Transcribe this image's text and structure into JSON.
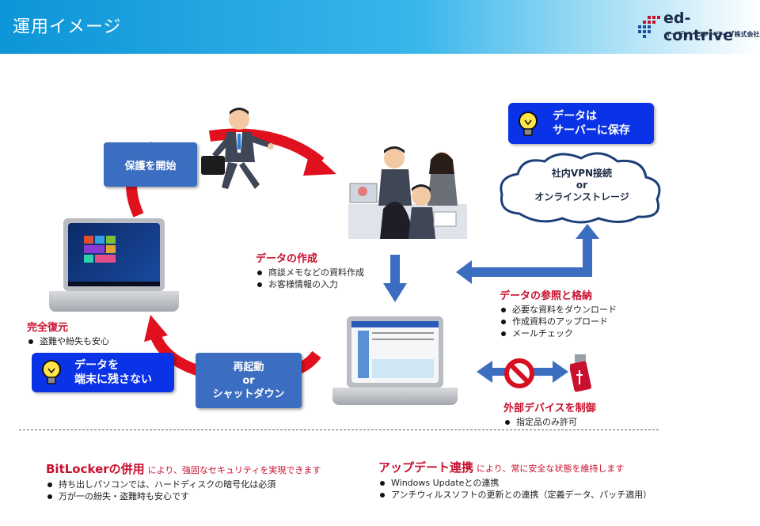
{
  "header": {
    "title": "運用イメージ"
  },
  "logo": {
    "name": "ed-contrive",
    "sub": "イーディーコントライブ株式会社"
  },
  "flow": {
    "protect_start": "保護を開始",
    "restart_line1": "再起動",
    "restart_line2": "or",
    "restart_line3": "シャットダウン"
  },
  "callout_server": {
    "line1": "データは",
    "line2": "サーバーに保存"
  },
  "callout_device": {
    "line1": "データを",
    "line2": "端末に残さない"
  },
  "cloud": {
    "line1": "社内VPN接続",
    "line2": "or",
    "line3": "オンラインストレージ"
  },
  "create": {
    "title": "データの作成",
    "items": [
      "商談メモなどの資料作成",
      "お客様情報の入力"
    ]
  },
  "reference": {
    "title": "データの参照と格納",
    "items": [
      "必要な資料をダウンロード",
      "作成資料のアップロード",
      "メールチェック"
    ]
  },
  "restore": {
    "title": "完全復元",
    "items": [
      "盗難や紛失も安心"
    ]
  },
  "external": {
    "title": "外部デバイスを制御",
    "items": [
      "指定品のみ許可"
    ]
  },
  "bitlocker": {
    "title": "BitLockerの併用",
    "suffix": "により、強固なセキュリティを実現できます",
    "items": [
      "持ち出しパソコンでは、ハードディスクの暗号化は必須",
      "万が一の紛失・盗難時も安心です"
    ]
  },
  "update": {
    "title": "アップデート連携",
    "suffix": "により、常に安全な状態を維持します",
    "items": [
      "Windows Updateとの連携",
      "アンチウィルスソフトの更新との連携（定義データ、パッチ適用）"
    ]
  },
  "colors": {
    "header_blue": "#0c95d8",
    "box_blue": "#3b6dc0",
    "callout_blue": "#0a32e6",
    "accent_red": "#c8102e",
    "arrow_red": "#e0101f"
  }
}
